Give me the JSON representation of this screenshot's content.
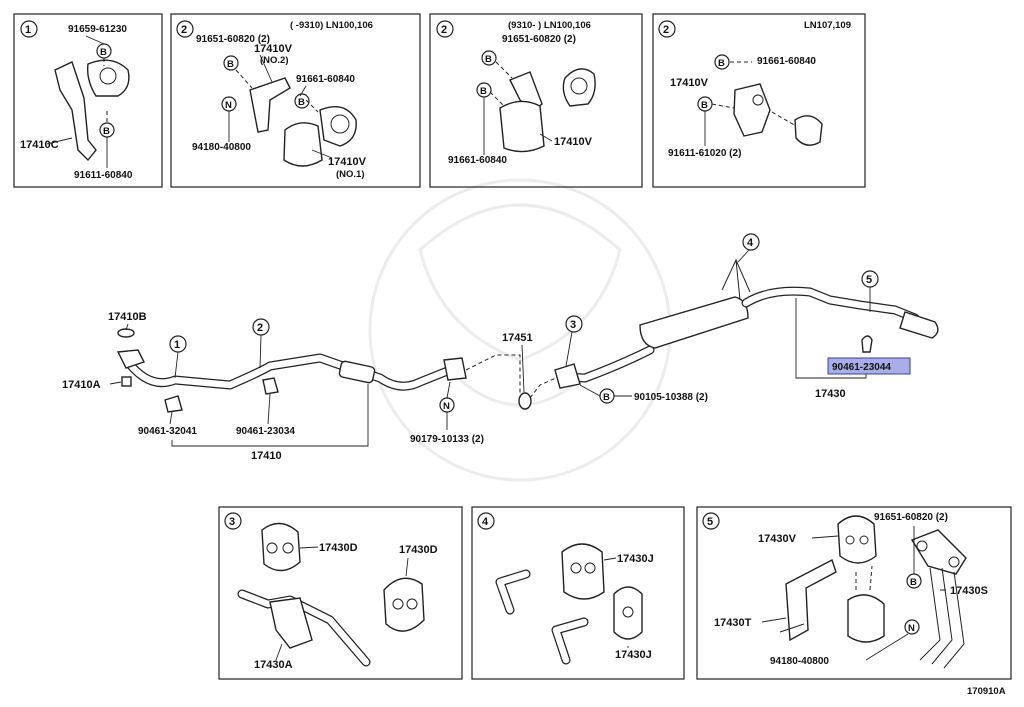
{
  "diagram_code": "170910A",
  "panels": {
    "p1": {
      "num": "1",
      "parts": [
        "91659-61230",
        "17410C",
        "91611-60840"
      ],
      "markers": [
        "B",
        "B"
      ]
    },
    "p2a": {
      "num": "2",
      "range": "(      -9310) LN100,106",
      "parts": [
        "91651-60820 (2)",
        "17410V",
        "(NO.2)",
        "91661-60840",
        "94180-40800",
        "17410V",
        "(NO.1)"
      ],
      "markers": [
        "B",
        "N",
        "B"
      ]
    },
    "p2b": {
      "num": "2",
      "range": "(9310-        ) LN100,106",
      "parts": [
        "91651-60820 (2)",
        "17410V",
        "91661-60840"
      ],
      "markers": [
        "B",
        "B"
      ]
    },
    "p2c": {
      "num": "2",
      "range": "LN107,109",
      "parts": [
        "91661-60840",
        "17410V",
        "91611-61020 (2)"
      ],
      "markers": [
        "B",
        "B"
      ]
    },
    "p3": {
      "num": "3",
      "parts": [
        "17430D",
        "17430D",
        "17430A"
      ]
    },
    "p4": {
      "num": "4",
      "parts": [
        "17430J",
        "17430J"
      ]
    },
    "p5": {
      "num": "5",
      "parts": [
        "17430V",
        "91651-60820 (2)",
        "17430T",
        "17430S",
        "94180-40800"
      ],
      "markers": [
        "B",
        "N"
      ]
    }
  },
  "main": {
    "callouts": [
      "1",
      "2",
      "3",
      "4",
      "5"
    ],
    "labels": {
      "l17410B": "17410B",
      "l17410A": "17410A",
      "l90461_32041": "90461-32041",
      "l90461_23034": "90461-23034",
      "l17410": "17410",
      "l17451": "17451",
      "l90179": "90179-10133 (2)",
      "l90105": "90105-10388 (2)",
      "l17430": "17430",
      "l90461_23044": "90461-23044"
    },
    "markers": {
      "n": "N",
      "b": "B"
    }
  }
}
